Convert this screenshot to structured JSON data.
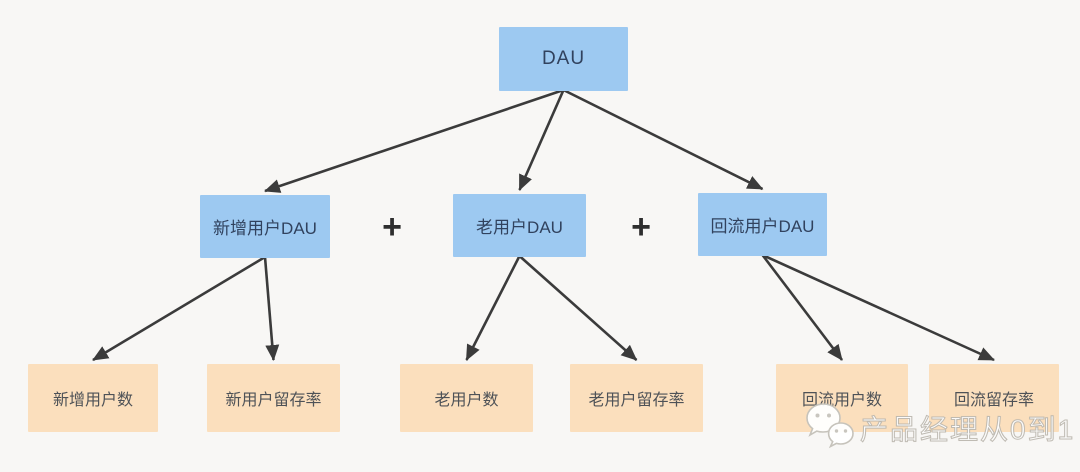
{
  "diagram": {
    "nodes": {
      "dau": {
        "label": "DAU"
      },
      "new_user_dau": {
        "label": "新增用户DAU"
      },
      "old_user_dau": {
        "label": "老用户DAU"
      },
      "return_user_dau": {
        "label": "回流用户DAU"
      },
      "new_user_count": {
        "label": "新增用户数"
      },
      "new_user_retention": {
        "label": "新用户留存率"
      },
      "old_user_count": {
        "label": "老用户数"
      },
      "old_user_retention": {
        "label": "老用户留存率"
      },
      "return_user_count": {
        "label": "回流用户数"
      },
      "return_retention": {
        "label": "回流留存率"
      }
    },
    "operators": [
      "+",
      "+"
    ],
    "edges": [
      [
        "dau",
        "new_user_dau"
      ],
      [
        "dau",
        "old_user_dau"
      ],
      [
        "dau",
        "return_user_dau"
      ],
      [
        "new_user_dau",
        "new_user_count"
      ],
      [
        "new_user_dau",
        "new_user_retention"
      ],
      [
        "old_user_dau",
        "old_user_count"
      ],
      [
        "old_user_dau",
        "old_user_retention"
      ],
      [
        "return_user_dau",
        "return_user_count"
      ],
      [
        "return_user_dau",
        "return_retention"
      ]
    ],
    "colors": {
      "background": "#f8f7f5",
      "node_blue": "#9dc9f1",
      "node_blue_text": "#31425e",
      "node_orange": "#fbdfbd",
      "node_orange_text": "#4e5257",
      "arrow": "#3b3b3b"
    },
    "watermark": {
      "text": "产品经理从0到1",
      "icon": "wechat-icon"
    }
  }
}
